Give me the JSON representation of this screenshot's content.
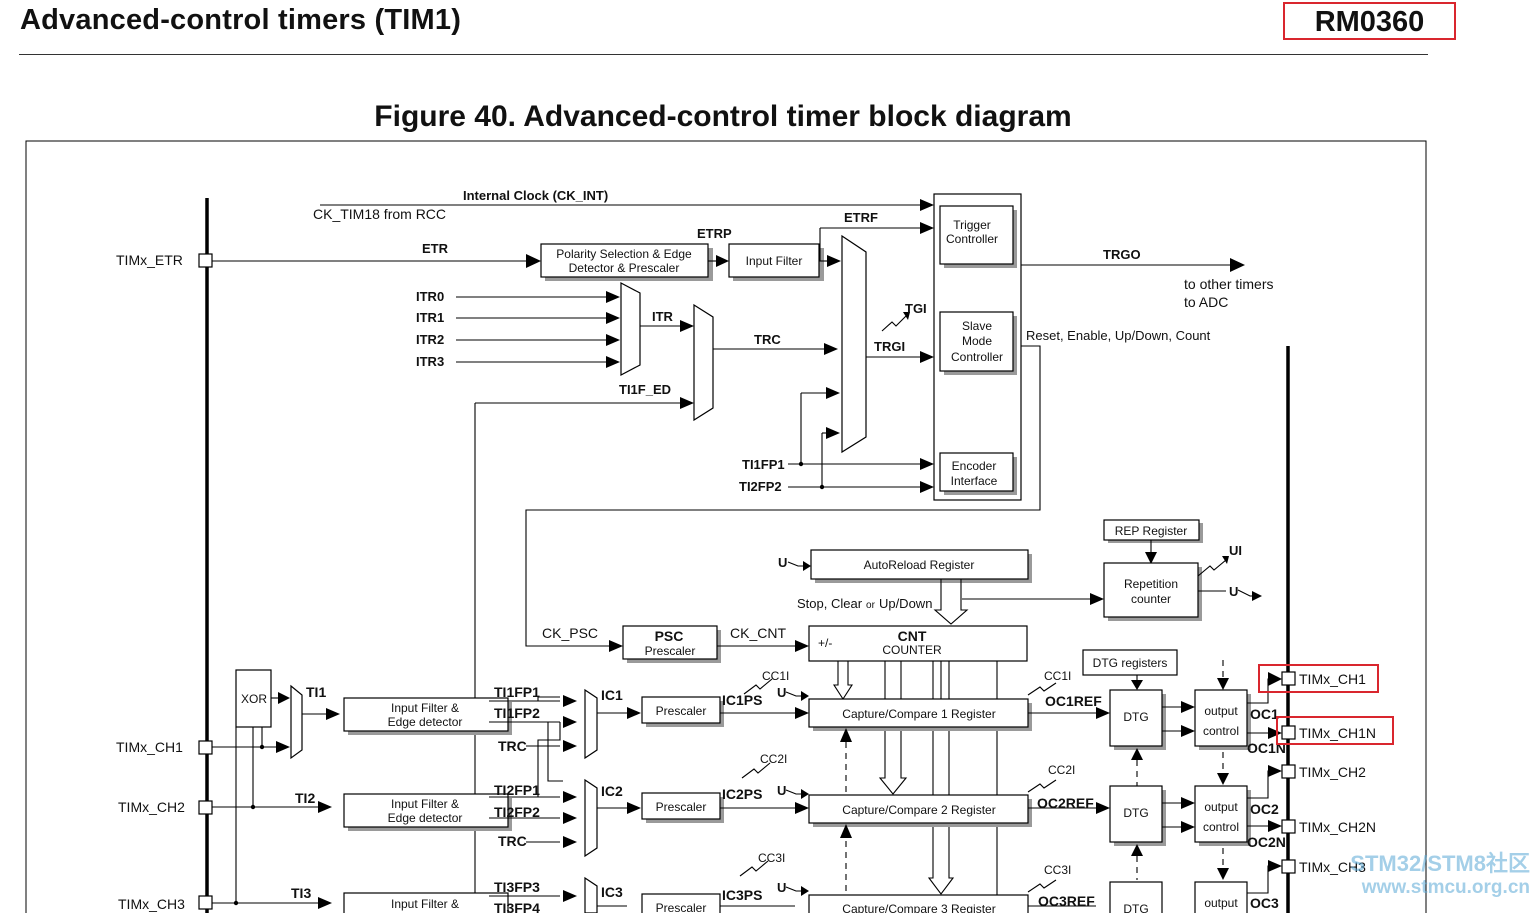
{
  "header": {
    "title": "Advanced-control timers (TIM1)",
    "doc_ref": "RM0360"
  },
  "figure": {
    "title": "Figure 40. Advanced-control timer block diagram"
  },
  "pins": {
    "etr": "TIMx_ETR",
    "ch1_in": "TIMx_CH1",
    "ch2_in": "TIMx_CH2",
    "ch3_in": "TIMx_CH3",
    "ch1_out": "TIMx_CH1",
    "ch1n_out": "TIMx_CH1N",
    "ch2_out": "TIMx_CH2",
    "ch2n_out": "TIMx_CH2N",
    "ch3_out": "TIMx_CH3"
  },
  "blocks": {
    "polarity": [
      "Polarity Selection & Edge",
      "Detector & Prescaler"
    ],
    "input_filter": "Input Filter",
    "trigger_controller": [
      "Trigger",
      "Controller"
    ],
    "slave_mode": [
      "Slave",
      "Mode",
      "Controller"
    ],
    "encoder": [
      "Encoder",
      "Interface"
    ],
    "rep_register": "REP Register",
    "autoreload": "AutoReload Register",
    "repetition_counter": [
      "Repetition",
      "counter"
    ],
    "psc": [
      "PSC",
      "Prescaler"
    ],
    "cnt": [
      "CNT",
      "COUNTER"
    ],
    "cnt_sign": "+/-",
    "dtg_registers": "DTG registers",
    "xor": "XOR",
    "edge_filter": [
      "Input Filter &",
      "Edge detector"
    ],
    "prescaler": "Prescaler",
    "cc1": "Capture/Compare 1 Register",
    "cc2": "Capture/Compare 2 Register",
    "cc3": "Capture/Compare 3 Register",
    "dtg": "DTG",
    "output_control": [
      "output",
      "control"
    ]
  },
  "signals": {
    "ck_int": "Internal Clock (CK_INT)",
    "ck_tim18": "CK_TIM18 from RCC",
    "etr": "ETR",
    "etrp": "ETRP",
    "etrf": "ETRF",
    "itr0": "ITR0",
    "itr1": "ITR1",
    "itr2": "ITR2",
    "itr3": "ITR3",
    "itr": "ITR",
    "trc": "TRC",
    "ti1f_ed": "TI1F_ED",
    "tgi": "TGI",
    "trgi": "TRGI",
    "ti1fp1": "TI1FP1",
    "ti2fp2": "TI2FP2",
    "trgo": "TRGO",
    "to_other": [
      "to other timers",
      "to ADC"
    ],
    "reset": "Reset, Enable, Up/Down, Count",
    "u": "U",
    "ui": "UI",
    "stop_clear": "Stop, Clear",
    "or_word": "or",
    "updown": "Up/Down",
    "ck_psc": "CK_PSC",
    "ck_cnt": "CK_CNT",
    "ti1": "TI1",
    "ti2": "TI2",
    "ti3": "TI3",
    "ch1_fp1": "TI1FP1",
    "ch1_fp2": "TI1FP2",
    "ch1_trc": "TRC",
    "ch2_fp1": "TI2FP1",
    "ch2_fp2": "TI2FP2",
    "ch2_trc": "TRC",
    "ch3_fp3": "TI3FP3",
    "ch3_fp4": "TI3FP4",
    "ic1": "IC1",
    "ic2": "IC2",
    "ic3": "IC3",
    "ic1ps": "IC1PS",
    "ic2ps": "IC2PS",
    "ic3ps": "IC3PS",
    "cc1i_in": "CC1I",
    "cc2i_in": "CC2I",
    "cc3i_in": "CC3I",
    "cc1i_out": "CC1I",
    "cc2i_out": "CC2I",
    "cc3i_out": "CC3I",
    "oc1ref": "OC1REF",
    "oc2ref": "OC2REF",
    "oc3ref": "OC3REF",
    "oc1": "OC1",
    "oc1n": "OC1N",
    "oc2": "OC2",
    "oc2n": "OC2N",
    "oc3": "OC3"
  },
  "watermark": [
    "STM32/STM8社区",
    "www.stmcu.org.cn"
  ],
  "colors": {
    "highlight": "#d9262e",
    "watermark": "#5aa9d6"
  }
}
